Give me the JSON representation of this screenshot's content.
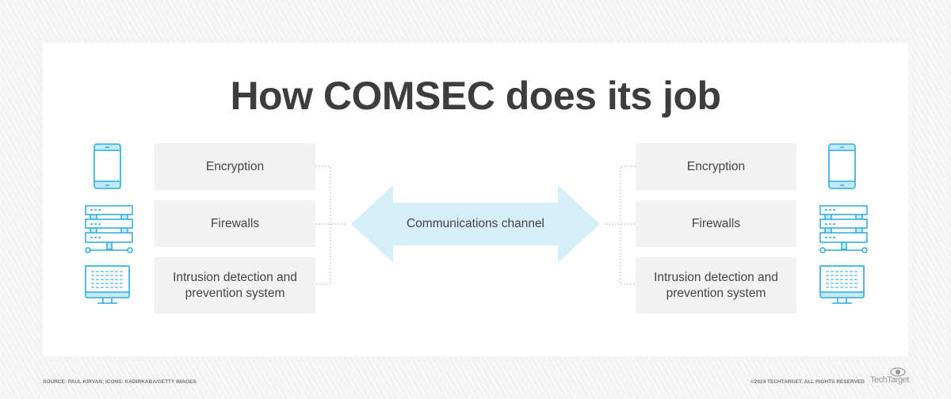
{
  "title": "How COMSEC does its job",
  "left": {
    "items": [
      {
        "label": "Encryption",
        "icon": "smartphone-icon"
      },
      {
        "label": "Firewalls",
        "icon": "server-rack-icon"
      },
      {
        "label": "Intrusion detection and prevention system",
        "icon": "monitor-icon"
      }
    ]
  },
  "right": {
    "items": [
      {
        "label": "Encryption",
        "icon": "smartphone-icon"
      },
      {
        "label": "Firewalls",
        "icon": "server-rack-icon"
      },
      {
        "label": "Intrusion detection and prevention system",
        "icon": "monitor-icon"
      }
    ]
  },
  "channel": {
    "label": "Communications channel"
  },
  "footer": {
    "source": "SOURCE: PAUL KIRVAN; ICONS: KADIRKABA/GETTY IMAGES",
    "copyright": "©2024 TECHTARGET. ALL RIGHTS RESERVED",
    "logo": "TechTarget"
  },
  "colors": {
    "icon": "#29abe2",
    "icon_fill": "#c5e9f8",
    "arrow": "#d4eefa",
    "box": "#f2f2f2"
  }
}
